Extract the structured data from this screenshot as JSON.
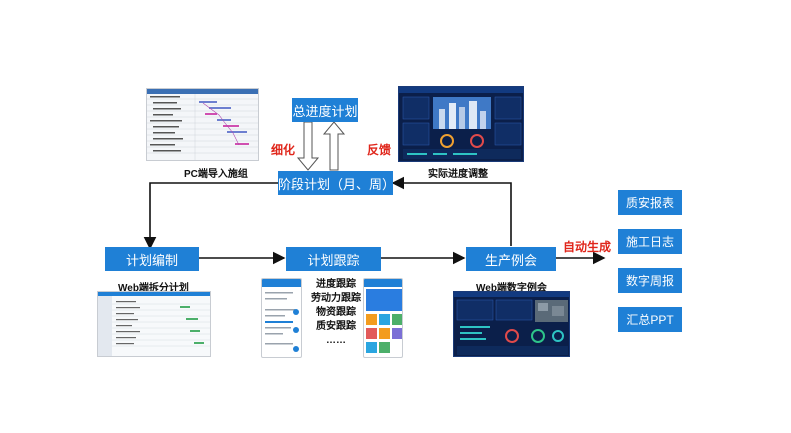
{
  "boxes": {
    "master_plan": "总进度计划",
    "stage_plan": "阶段计划（月、周）",
    "plan_compile": "计划编制",
    "plan_track": "计划跟踪",
    "production_meeting": "生产例会"
  },
  "labels": {
    "refine": "细化",
    "feedback": "反馈",
    "auto_generate": "自动生成"
  },
  "captions": {
    "pc_import": "PC端导入施组",
    "actual_adjust": "实际进度调整",
    "web_split": "Web端拆分计划",
    "web_meeting": "Web端数字例会"
  },
  "tracking_items": [
    "进度跟踪",
    "劳动力跟踪",
    "物资跟踪",
    "质安跟踪",
    "……"
  ],
  "outputs": [
    "质安报表",
    "施工日志",
    "数字周报",
    "汇总PPT"
  ],
  "colors": {
    "box_blue": "#1f80d6",
    "arrow": "#111111",
    "highlight_red": "#e0261b",
    "dashboard_navy": "#0b1f4a"
  }
}
